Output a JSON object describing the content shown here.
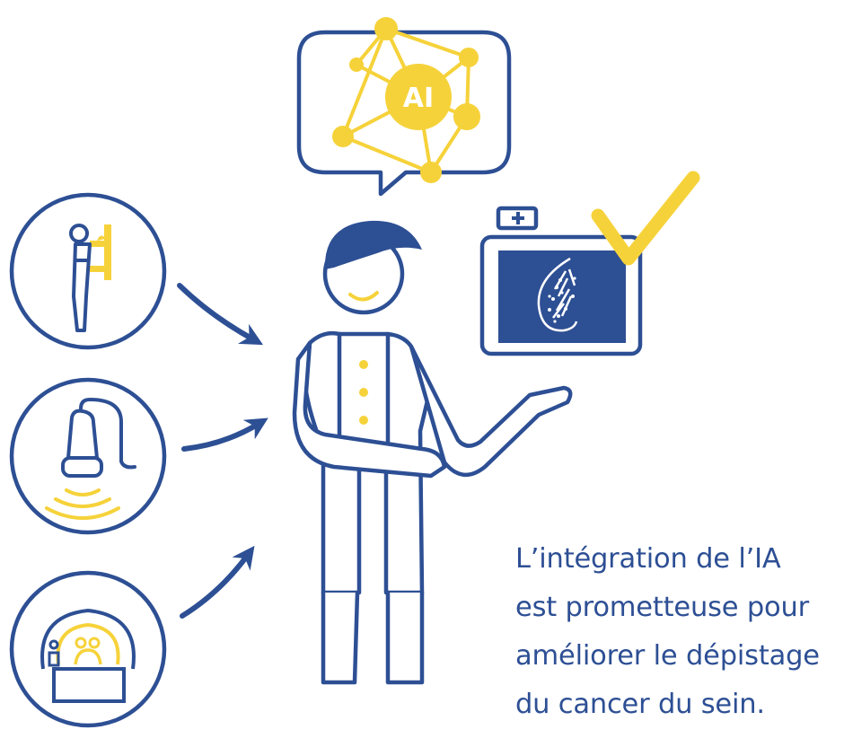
{
  "badge": {
    "label": "AI"
  },
  "caption": {
    "lines": [
      "L’intégration de l’IA",
      "est prometteuse pour",
      "améliorer le dépistage",
      "du cancer du sein."
    ]
  },
  "colors": {
    "navy": "#2d4f94",
    "yellow": "#f6d23a",
    "white": "#ffffff"
  },
  "icons": [
    "mammography-machine-icon",
    "ultrasound-probe-icon",
    "mri-scanner-icon",
    "ai-network-icon",
    "breast-imaging-battery-icon",
    "checkmark-icon",
    "doctor-figure"
  ]
}
